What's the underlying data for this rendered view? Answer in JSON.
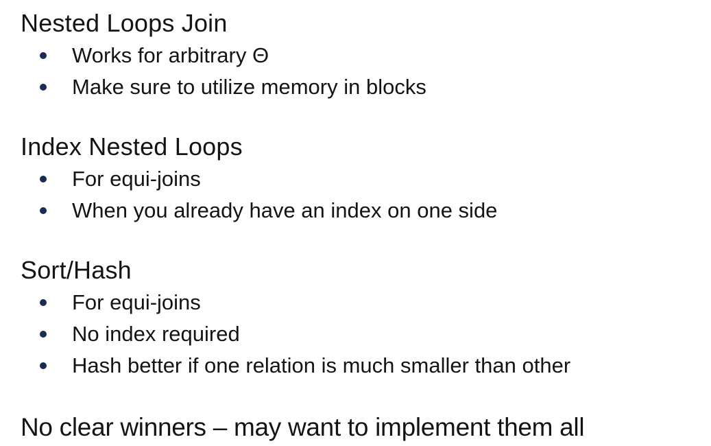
{
  "slide": {
    "background_color": "#ffffff",
    "text_color": "#141414",
    "bullet_color": "#1b2c52",
    "sections": [
      {
        "heading": "Nested Loops Join",
        "bullets": [
          "Works for arbitrary Θ",
          "Make sure to utilize memory in blocks"
        ]
      },
      {
        "heading": "Index Nested Loops",
        "bullets": [
          "For equi-joins",
          "When you already have an index on one side"
        ]
      },
      {
        "heading": "Sort/Hash",
        "bullets": [
          "For equi-joins",
          "No index required",
          "Hash better if one relation is much smaller than other"
        ]
      }
    ],
    "closing_line": "No clear winners – may want to implement them all"
  }
}
